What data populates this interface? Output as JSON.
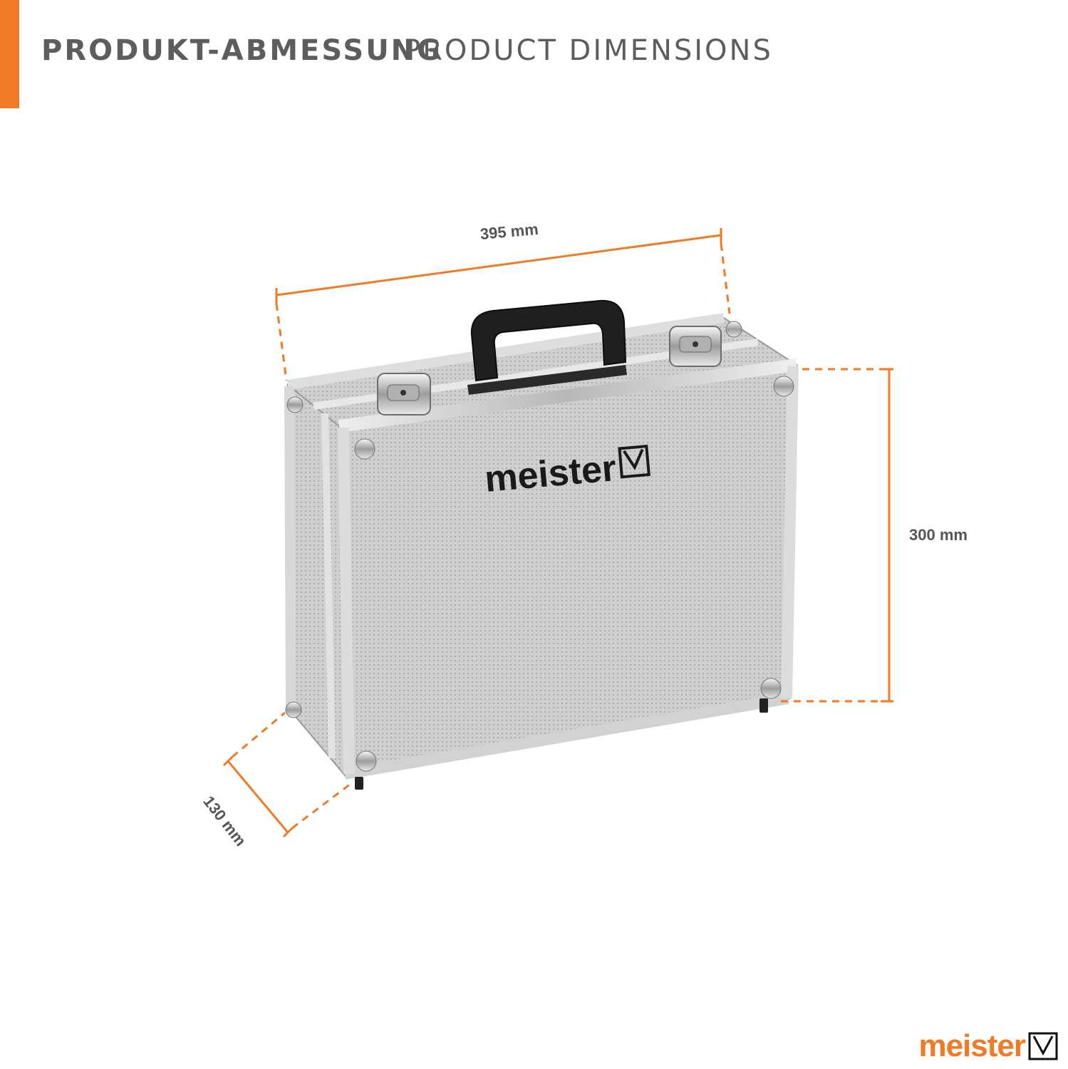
{
  "header": {
    "title_de": "PRODUKT-ABMESSUNG",
    "title_en": "PRODUCT DIMENSIONS",
    "accent_color": "#f07a26"
  },
  "dimensions": {
    "width": "395 mm",
    "height": "300 mm",
    "depth": "130 mm"
  },
  "product": {
    "logo_text": "meister",
    "case_color": "#c9c9c9",
    "dimension_line_color": "#f07a26"
  },
  "footer": {
    "brand_text": "meister"
  }
}
